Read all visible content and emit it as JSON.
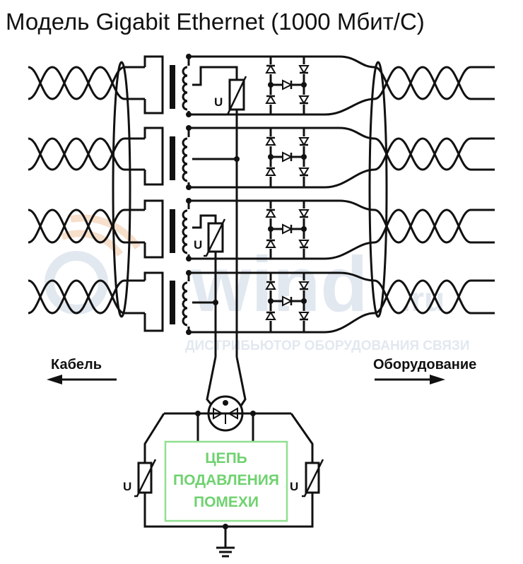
{
  "title": "Модель Gigabit Ethernet (1000 Мбит/С)",
  "labels": {
    "cable": "Кабель",
    "equipment": "Оборудование",
    "varistor": "U",
    "suppression_line1": "ЦЕПЬ",
    "suppression_line2": "ПОДАВЛЕНИЯ",
    "suppression_line3": "ПОМЕХИ"
  },
  "watermark": {
    "brand": "wind",
    "domain": ".ru",
    "tagline": "ДИСТРИБЬЮТОР ОБОРУДОВАНИЯ СВЯЗИ"
  },
  "colors": {
    "line": "#111111",
    "suppression_box": "#8fe08f",
    "suppression_text": "#6fd26f",
    "watermark": "#dfe6ef",
    "watermark_orange": "#f6dcc6"
  }
}
